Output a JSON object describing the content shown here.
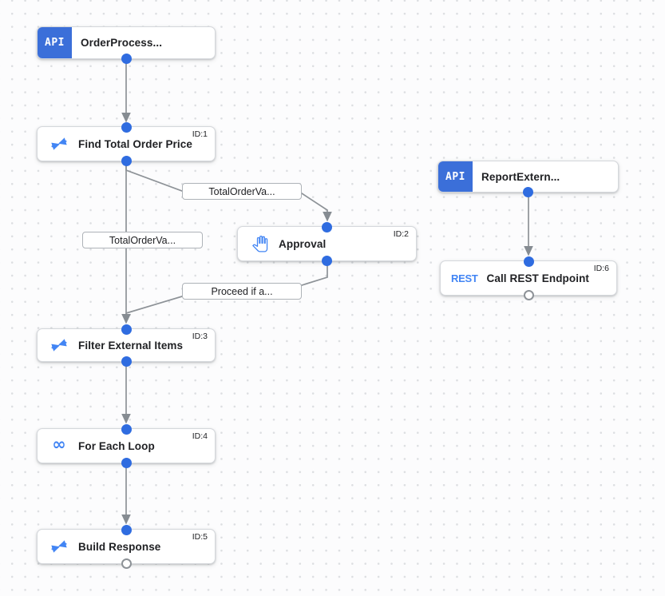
{
  "canvas": {
    "background": "#fcfcfd",
    "dot_color": "#dcdee1"
  },
  "colors": {
    "accent_blue": "#4285f4",
    "trigger_badge_blue": "#3b6fd9",
    "port_blue": "#2f6ce0",
    "edge_gray": "#8d9297",
    "node_border": "#d5d8dc",
    "text": "#202124"
  },
  "triggers": {
    "order_process": {
      "badge": "API",
      "title": "OrderProcess..."
    },
    "report_external": {
      "badge": "API",
      "title": "ReportExtern..."
    }
  },
  "tasks": {
    "find_total_order_price": {
      "title": "Find Total Order Price",
      "id": "ID:1",
      "icon": "data-mapping-icon"
    },
    "approval": {
      "title": "Approval",
      "id": "ID:2",
      "icon": "hand-icon"
    },
    "filter_external_items": {
      "title": "Filter External Items",
      "id": "ID:3",
      "icon": "data-mapping-icon"
    },
    "for_each_loop": {
      "title": "For Each Loop",
      "id": "ID:4",
      "icon": "loop-icon",
      "icon_glyph": "∞"
    },
    "build_response": {
      "title": "Build Response",
      "id": "ID:5",
      "icon": "data-mapping-icon"
    },
    "call_rest_endpoint": {
      "title": "Call REST Endpoint",
      "id": "ID:6",
      "icon": "rest-icon",
      "icon_text": "REST"
    }
  },
  "edge_labels": {
    "total_order_value_1": "TotalOrderVa...",
    "total_order_value_2": "TotalOrderVa...",
    "proceed_if_approved": "Proceed if a..."
  }
}
